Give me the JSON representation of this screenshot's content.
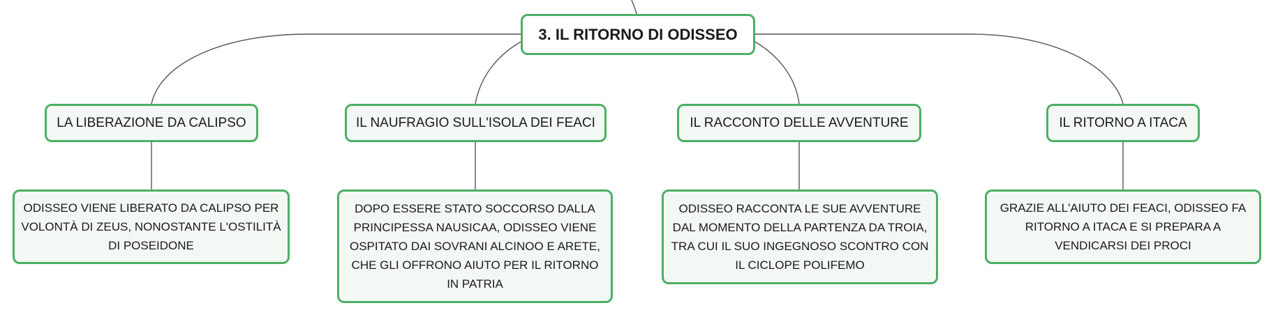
{
  "root": {
    "label": "3. IL RITORNO DI ODISSEO"
  },
  "topics": [
    {
      "label": "LA LIBERAZIONE DA CALIPSO",
      "detail": "ODISSEO VIENE LIBERATO DA CALIPSO PER VOLONTÀ DI ZEUS, NONOSTANTE L'OSTILITÀ DI POSEIDONE"
    },
    {
      "label": "IL NAUFRAGIO SULL'ISOLA DEI FEACI",
      "detail": "DOPO ESSERE STATO SOCCORSO DALLA PRINCIPESSA NAUSICAA, ODISSEO VIENE OSPITATO DAI SOVRANI ALCINOO E ARETE, CHE GLI OFFRONO AIUTO PER IL RITORNO IN PATRIA"
    },
    {
      "label": "IL RACCONTO DELLE AVVENTURE",
      "detail": "ODISSEO RACCONTA LE SUE AVVENTURE DAL MOMENTO DELLA PARTENZA DA TROIA, TRA CUI IL SUO INGEGNOSO SCONTRO CON IL CICLOPE POLIFEMO"
    },
    {
      "label": "IL RITORNO A ITACA",
      "detail": "GRAZIE ALL'AIUTO DEI FEACI, ODISSEO FA RITORNO A ITACA E SI PREPARA A VENDICARSI DEI PROCI"
    }
  ],
  "colors": {
    "node_border": "#4caf66",
    "node_fill": "#f3f8f4",
    "connector": "#555555"
  }
}
